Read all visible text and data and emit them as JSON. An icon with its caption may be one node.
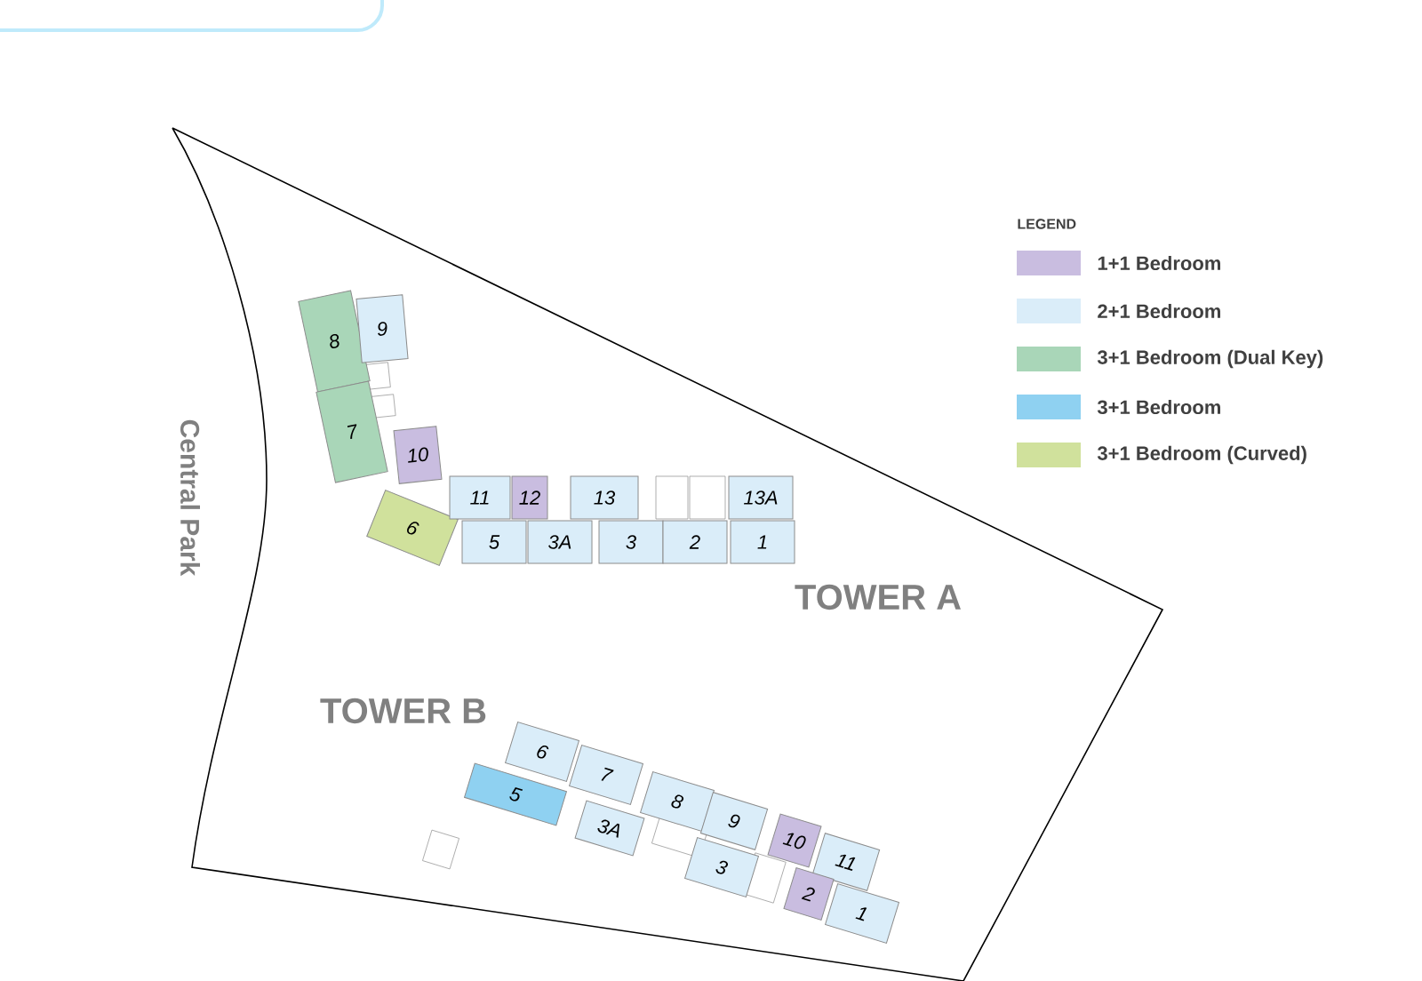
{
  "diagram": {
    "nodes": [
      {
        "text": [
          "8"
        ]
      },
      {
        "text": [
          "7"
        ]
      },
      {
        "text": [
          "9"
        ]
      },
      {
        "text": [
          "10"
        ]
      },
      {
        "text": [
          "6"
        ]
      },
      {
        "text": [
          "11"
        ]
      },
      {
        "text": [
          "12"
        ]
      },
      {
        "text": [
          "13"
        ]
      },
      {
        "text": [
          "13A"
        ]
      },
      {
        "text": [
          "5"
        ]
      },
      {
        "text": [
          "3A"
        ]
      },
      {
        "text": [
          "3"
        ]
      },
      {
        "text": [
          "2"
        ]
      },
      {
        "text": [
          "1"
        ]
      },
      {
        "text": [
          "6"
        ]
      },
      {
        "text": [
          "7"
        ]
      },
      {
        "text": [
          "5"
        ]
      },
      {
        "text": [
          "3A"
        ]
      },
      {
        "text": [
          "8"
        ]
      },
      {
        "text": [
          "9"
        ]
      },
      {
        "text": [
          "10"
        ]
      },
      {
        "text": [
          "11"
        ]
      },
      {
        "text": [
          "3"
        ]
      },
      {
        "text": [
          "2"
        ]
      },
      {
        "text": [
          "1"
        ]
      }
    ],
    "labels": [
      "LEGEND",
      "Central Park",
      "TOWER A",
      "TOWER B"
    ],
    "legend": [
      {
        "text": "1+1 Bedroom",
        "color": "#c9bde0"
      },
      {
        "text": "2+1 Bedroom",
        "color": "#daedf9"
      },
      {
        "text": "3+1 Bedroom (Dual Key)",
        "color": "#a9d6b8"
      },
      {
        "text": "3+1 Bedroom",
        "color": "#8fd1f1"
      },
      {
        "text": "3+1 Bedroom (Curved)",
        "color": "#d0e19c"
      }
    ]
  }
}
